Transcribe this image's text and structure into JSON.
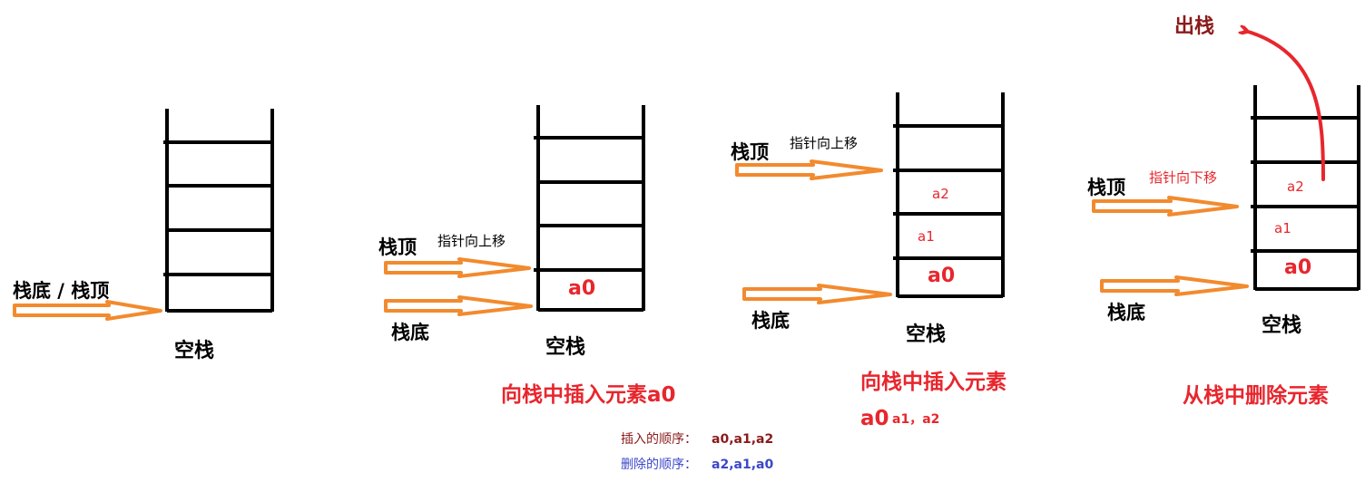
{
  "colors": {
    "red": "#e8262d",
    "dark_red": "#8b1a1a",
    "blue": "#3a47c9",
    "orange": "#f28a2e",
    "black": "#000000"
  },
  "stage1": {
    "pointer_label": "栈底 / 栈顶",
    "caption": "空栈"
  },
  "stage2": {
    "top_label": "栈顶",
    "bottom_label": "栈底",
    "note": "指针向上移",
    "cell_a0": "a0",
    "caption": "空栈",
    "title": "向栈中插入元素a0"
  },
  "stage3": {
    "top_label": "栈顶",
    "bottom_label": "栈底",
    "note": "指针向上移",
    "cell_a0": "a0",
    "cell_a1": "a1",
    "cell_a2": "a2",
    "caption": "空栈",
    "title": "向栈中插入元素",
    "title_big": "a0",
    "title_small": "a1，a2"
  },
  "stage4": {
    "top_label": "栈顶",
    "bottom_label": "栈底",
    "note": "指针向下移",
    "cell_a0": "a0",
    "cell_a1": "a1",
    "cell_a2": "a2",
    "caption": "空栈",
    "title": "从栈中删除元素",
    "pop_label": "出栈"
  },
  "order": {
    "insert_label": "插入的顺序：",
    "insert_value": "a0,a1,a2",
    "delete_label": "删除的顺序：",
    "delete_value": "a2,a1,a0"
  }
}
